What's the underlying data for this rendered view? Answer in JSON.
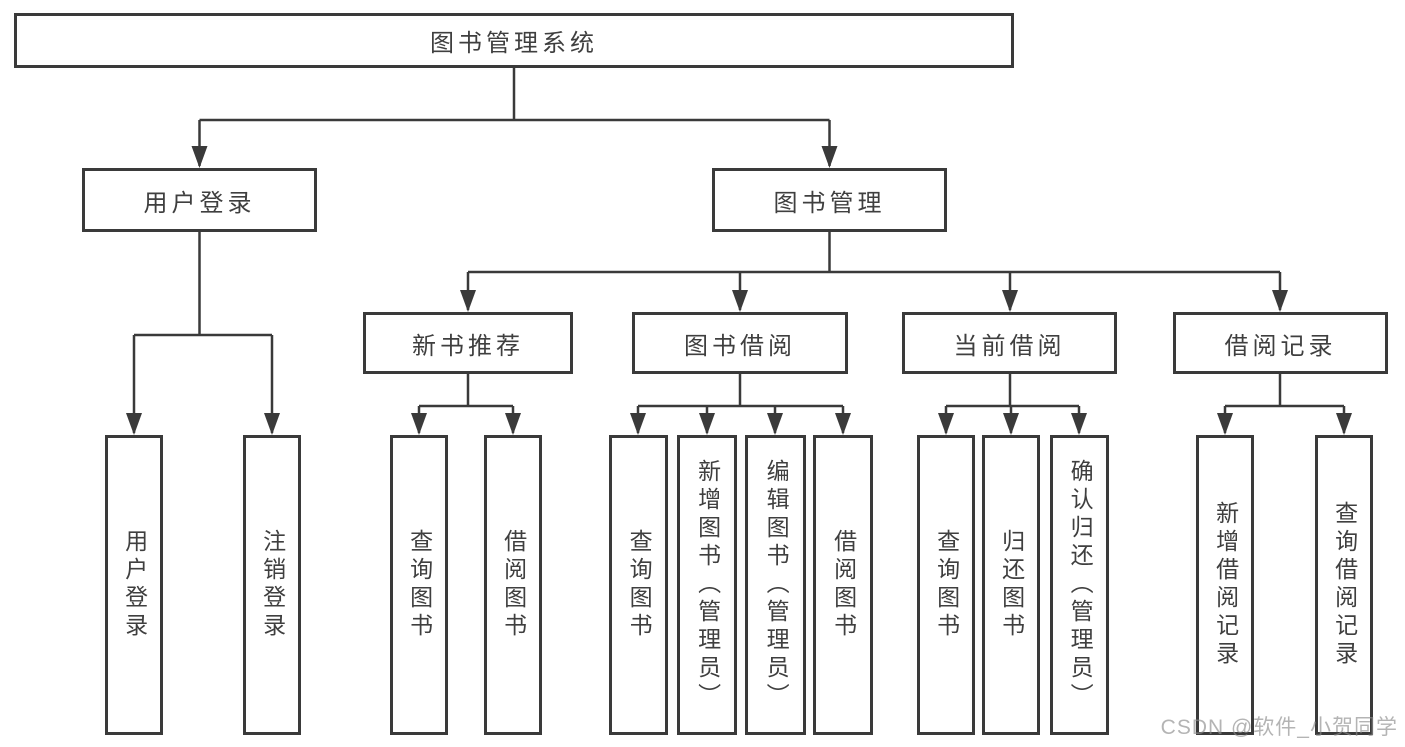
{
  "diagram_title": "图书管理系统",
  "tree": {
    "root": {
      "label": "图书管理系统"
    },
    "branches": [
      {
        "label": "用户登录",
        "children": [
          {
            "label": "用户登录"
          },
          {
            "label": "注销登录"
          }
        ]
      },
      {
        "label": "图书管理",
        "children": [
          {
            "label": "新书推荐",
            "children": [
              {
                "label": "查询图书"
              },
              {
                "label": "借阅图书"
              }
            ]
          },
          {
            "label": "图书借阅",
            "children": [
              {
                "label": "查询图书"
              },
              {
                "label": "新增图书（管理员）"
              },
              {
                "label": "编辑图书（管理员）"
              },
              {
                "label": "借阅图书"
              }
            ]
          },
          {
            "label": "当前借阅",
            "children": [
              {
                "label": "查询图书"
              },
              {
                "label": "归还图书"
              },
              {
                "label": "确认归还（管理员）"
              }
            ]
          },
          {
            "label": "借阅记录",
            "children": [
              {
                "label": "新增借阅记录"
              },
              {
                "label": "查询借阅记录"
              }
            ]
          }
        ]
      }
    ]
  },
  "watermark": {
    "text": "CSDN @软件_小贺同学"
  },
  "colors": {
    "line": "#3a3a3a",
    "text": "#3f3f3f",
    "background": "#ffffff",
    "watermark": "#8c8c8c"
  }
}
